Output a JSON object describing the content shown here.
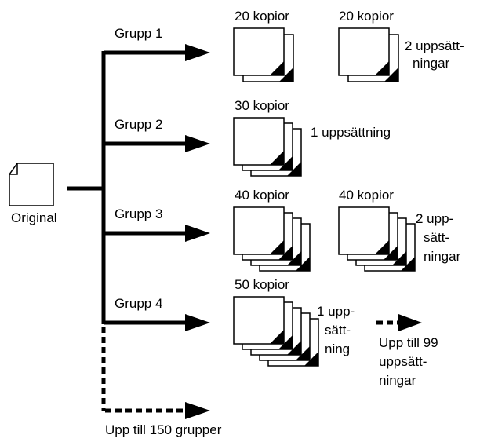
{
  "original": {
    "label": "Original"
  },
  "groups": [
    {
      "label": "Grupp 1",
      "stacks": [
        {
          "copies": "20 kopior",
          "sets_lines": []
        },
        {
          "copies": "20 kopior",
          "sets_lines": [
            "2 uppsätt-",
            "ningar"
          ]
        }
      ]
    },
    {
      "label": "Grupp 2",
      "stacks": [
        {
          "copies": "30 kopior",
          "sets_lines": [
            "1 uppsättning"
          ]
        }
      ]
    },
    {
      "label": "Grupp 3",
      "stacks": [
        {
          "copies": "40 kopior",
          "sets_lines": []
        },
        {
          "copies": "40 kopior",
          "sets_lines": [
            "2 upp-",
            "sätt-",
            "ningar"
          ]
        }
      ]
    },
    {
      "label": "Grupp 4",
      "stacks": [
        {
          "copies": "50 kopior",
          "sets_lines": [
            "1 upp-",
            "sätt-",
            "ning"
          ]
        }
      ]
    }
  ],
  "limits": {
    "sets_lines": [
      "Upp till 99",
      "uppsätt-",
      "ningar"
    ],
    "groups": "Upp till 150 grupper"
  }
}
